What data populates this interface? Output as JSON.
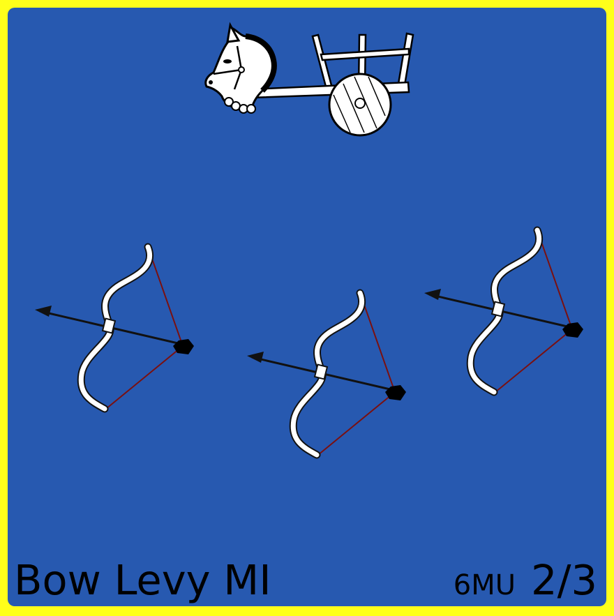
{
  "card": {
    "unit_name": "Bow Levy MI",
    "movement": "6MU",
    "stats": "2/3"
  },
  "colors": {
    "border": "#ffff1a",
    "field": "#2759b0",
    "text": "#000000",
    "artwork_fill": "#ffffff",
    "artwork_stroke": "#000000",
    "bowstring": "#7a1010"
  },
  "icons": {
    "top": "horse-chariot-icon",
    "figures": [
      "bow-and-arrow-icon",
      "bow-and-arrow-icon",
      "bow-and-arrow-icon"
    ]
  }
}
